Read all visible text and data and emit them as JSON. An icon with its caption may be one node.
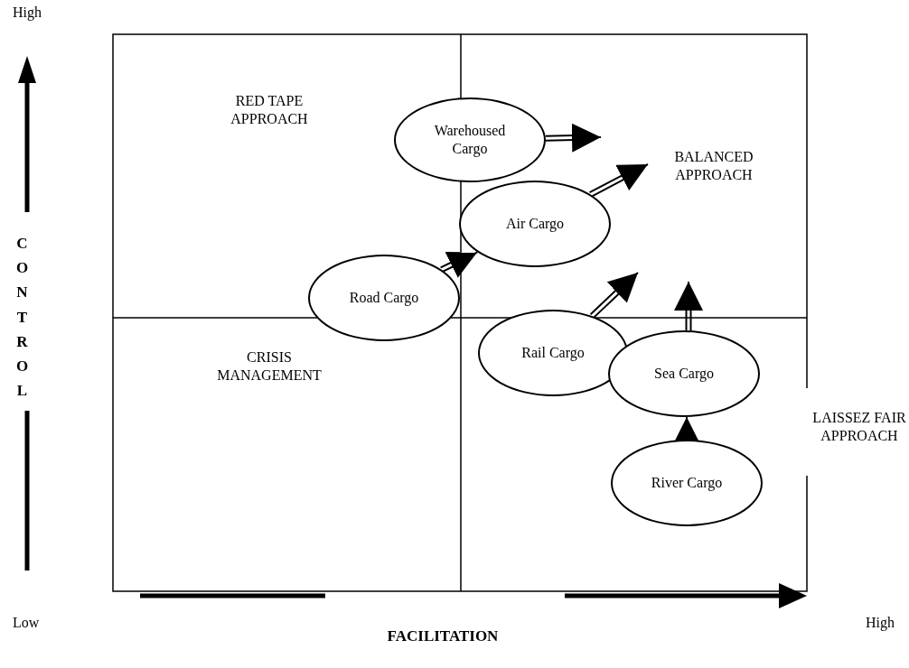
{
  "diagram": {
    "nodes": [
      {
        "text": [
          "Warehoused Cargo"
        ]
      },
      {
        "text": [
          "Air Cargo"
        ]
      },
      {
        "text": [
          "Road Cargo"
        ]
      },
      {
        "text": [
          "Rail Cargo"
        ]
      },
      {
        "text": [
          "Sea Cargo"
        ]
      },
      {
        "text": [
          "River Cargo"
        ]
      }
    ],
    "edges": [
      {
        "from": 0,
        "to": null,
        "arrow": "to"
      },
      {
        "from": 1,
        "to": null,
        "arrow": "to"
      },
      {
        "from": 2,
        "to": 1,
        "arrow": "to"
      },
      {
        "from": 3,
        "to": null,
        "arrow": "to"
      },
      {
        "from": 4,
        "to": null,
        "arrow": "to"
      },
      {
        "from": 5,
        "to": 4,
        "arrow": "to"
      }
    ],
    "labels": [
      "High",
      "RED TAPE APPROACH",
      "BALANCED APPROACH",
      "CONTROL",
      "CRISIS MANAGEMENT",
      "LAISSEZ FAIR APPROACH",
      "Low",
      "FACILITATION",
      "High"
    ]
  }
}
